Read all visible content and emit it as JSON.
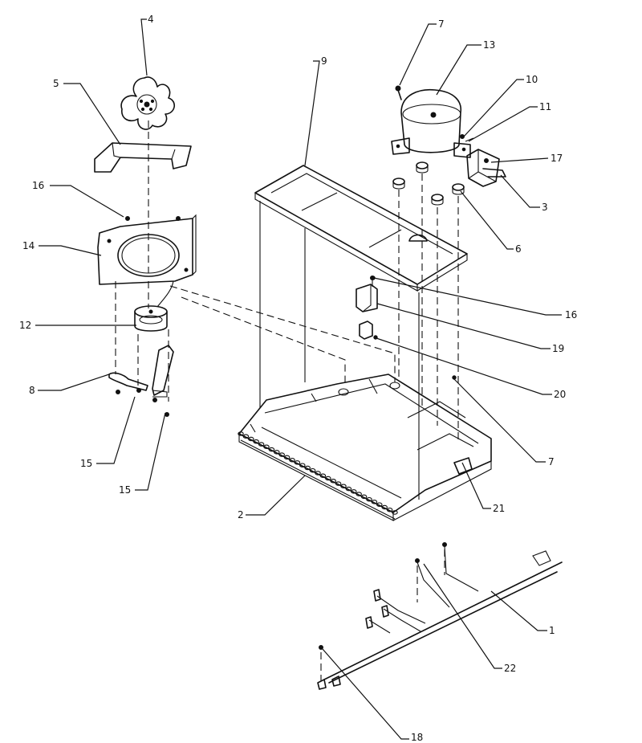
{
  "callouts": [
    {
      "id": "c1",
      "text": "1"
    },
    {
      "id": "c2",
      "text": "2"
    },
    {
      "id": "c3",
      "text": "3"
    },
    {
      "id": "c4",
      "text": "4"
    },
    {
      "id": "c5",
      "text": "5"
    },
    {
      "id": "c6",
      "text": "6"
    },
    {
      "id": "c7a",
      "text": "7"
    },
    {
      "id": "c7b",
      "text": "7"
    },
    {
      "id": "c8",
      "text": "8"
    },
    {
      "id": "c9",
      "text": "9"
    },
    {
      "id": "c10",
      "text": "10"
    },
    {
      "id": "c11",
      "text": "11"
    },
    {
      "id": "c12",
      "text": "12"
    },
    {
      "id": "c13",
      "text": "13"
    },
    {
      "id": "c14",
      "text": "14"
    },
    {
      "id": "c15a",
      "text": "15"
    },
    {
      "id": "c15b",
      "text": "15"
    },
    {
      "id": "c16a",
      "text": "16"
    },
    {
      "id": "c16b",
      "text": "16"
    },
    {
      "id": "c17",
      "text": "17"
    },
    {
      "id": "c18",
      "text": "18"
    },
    {
      "id": "c19",
      "text": "19"
    },
    {
      "id": "c20",
      "text": "20"
    },
    {
      "id": "c21",
      "text": "21"
    },
    {
      "id": "c22",
      "text": "22"
    }
  ]
}
